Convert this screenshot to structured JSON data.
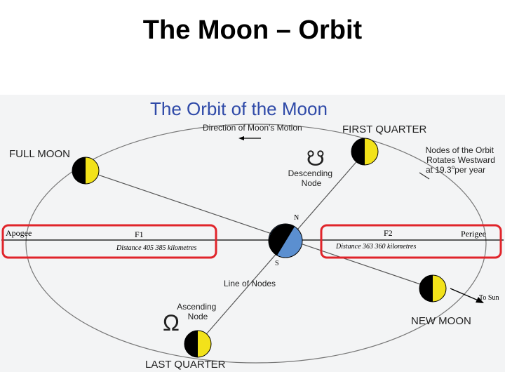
{
  "slide": {
    "title": "The Moon – Orbit"
  },
  "diagram": {
    "title": "The Orbit of the Moon",
    "direction_label": "Direction of Moon's Motion",
    "phases": {
      "full_moon": "FULL MOON",
      "first_quarter": "FIRST QUARTER",
      "new_moon": "NEW MOON",
      "last_quarter": "LAST QUARTER"
    },
    "nodes_note": {
      "line1": "Nodes of the Orbit",
      "line2": "Rotates Westward",
      "line3_prefix": "at 19.3",
      "degree_symbol": "o",
      "line3_suffix": "per year"
    },
    "descending_node": {
      "symbol": "☋",
      "line1": "Descending",
      "line2": "Node"
    },
    "ascending_node": {
      "symbol": "Ω",
      "line1": "Ascending",
      "line2": "Node"
    },
    "apogee": "Apogee",
    "perigee": "Perigee",
    "focus1": "F1",
    "focus2": "F2",
    "distance_apogee": "Distance 405 385 kilometres",
    "distance_perigee": "Distance 363 360 kilometres",
    "earth": {
      "north": "N",
      "south": "S"
    },
    "line_of_nodes": "Line of Nodes",
    "to_sun": "To Sun",
    "colors": {
      "title_blue": "#2f4aa8",
      "highlight_red": "#e0242a",
      "moon_yellow": "#f2e21a",
      "earth_blue": "#5b8fd0",
      "line": "#666666"
    }
  }
}
